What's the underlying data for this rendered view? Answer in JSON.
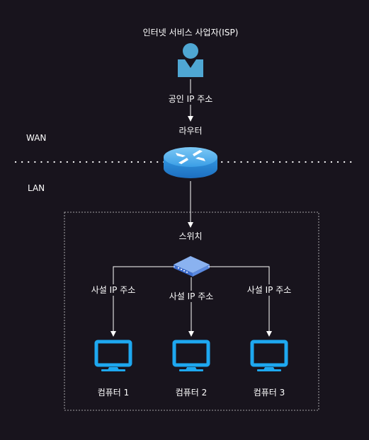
{
  "isp": {
    "label": "인터넷 서비스 사업자(ISP)",
    "icon": "person-icon"
  },
  "wan_link": {
    "label": "공인 IP 주소"
  },
  "router": {
    "label": "라우터",
    "icon": "router-icon"
  },
  "zones": {
    "wan": "WAN",
    "lan": "LAN"
  },
  "switch": {
    "label": "스위치",
    "icon": "switch-icon"
  },
  "lan_links": [
    {
      "label": "사설 IP 주소"
    },
    {
      "label": "사설 IP 주소"
    },
    {
      "label": "사설 IP 주소"
    }
  ],
  "computers": [
    {
      "label": "컴퓨터 1",
      "icon": "monitor-icon"
    },
    {
      "label": "컴퓨터 2",
      "icon": "monitor-icon"
    },
    {
      "label": "컴퓨터 3",
      "icon": "monitor-icon"
    }
  ],
  "colors": {
    "background": "#18141d",
    "person": "#4fa7d3",
    "router": "#3aa0e8",
    "switch": "#5b8ae0",
    "monitor": "#1ea8f0",
    "line": "#ffffff"
  }
}
